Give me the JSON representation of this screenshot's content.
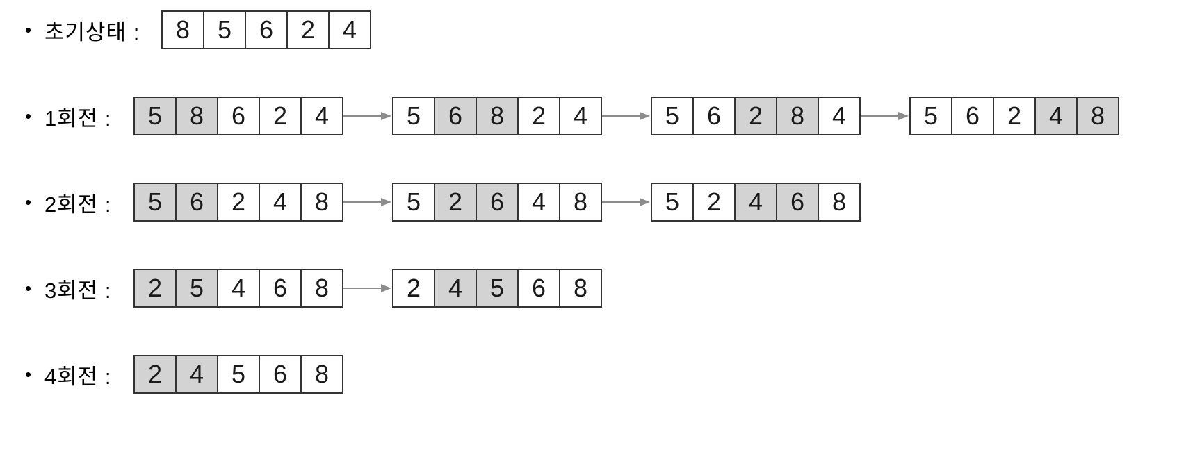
{
  "page": {
    "background": "#ffffff"
  },
  "diagram": {
    "type": "bubble-sort-steps",
    "bullet_glyph": "•",
    "colors": {
      "highlight_fill": "#d3d3d3",
      "normal_fill": "#ffffff",
      "cell_border": "#333333",
      "cell_text": "#1a1a1a",
      "label_text": "#000000",
      "arrow": "#8c8c8c"
    },
    "rows": [
      {
        "label": "초기상태 :",
        "steps": [
          {
            "values": [
              "8",
              "5",
              "6",
              "2",
              "4"
            ],
            "highlights": []
          }
        ]
      },
      {
        "label": "1회전 :",
        "steps": [
          {
            "values": [
              "5",
              "8",
              "6",
              "2",
              "4"
            ],
            "highlights": [
              0,
              1
            ]
          },
          {
            "values": [
              "5",
              "6",
              "8",
              "2",
              "4"
            ],
            "highlights": [
              1,
              2
            ]
          },
          {
            "values": [
              "5",
              "6",
              "2",
              "8",
              "4"
            ],
            "highlights": [
              2,
              3
            ]
          },
          {
            "values": [
              "5",
              "6",
              "2",
              "4",
              "8"
            ],
            "highlights": [
              3,
              4
            ]
          }
        ]
      },
      {
        "label": "2회전 :",
        "steps": [
          {
            "values": [
              "5",
              "6",
              "2",
              "4",
              "8"
            ],
            "highlights": [
              0,
              1
            ]
          },
          {
            "values": [
              "5",
              "2",
              "6",
              "4",
              "8"
            ],
            "highlights": [
              1,
              2
            ]
          },
          {
            "values": [
              "5",
              "2",
              "4",
              "6",
              "8"
            ],
            "highlights": [
              2,
              3
            ]
          }
        ]
      },
      {
        "label": "3회전 :",
        "steps": [
          {
            "values": [
              "2",
              "5",
              "4",
              "6",
              "8"
            ],
            "highlights": [
              0,
              1
            ]
          },
          {
            "values": [
              "2",
              "4",
              "5",
              "6",
              "8"
            ],
            "highlights": [
              1,
              2
            ]
          }
        ]
      },
      {
        "label": "4회전 :",
        "steps": [
          {
            "values": [
              "2",
              "4",
              "5",
              "6",
              "8"
            ],
            "highlights": [
              0,
              1
            ]
          }
        ]
      }
    ]
  }
}
